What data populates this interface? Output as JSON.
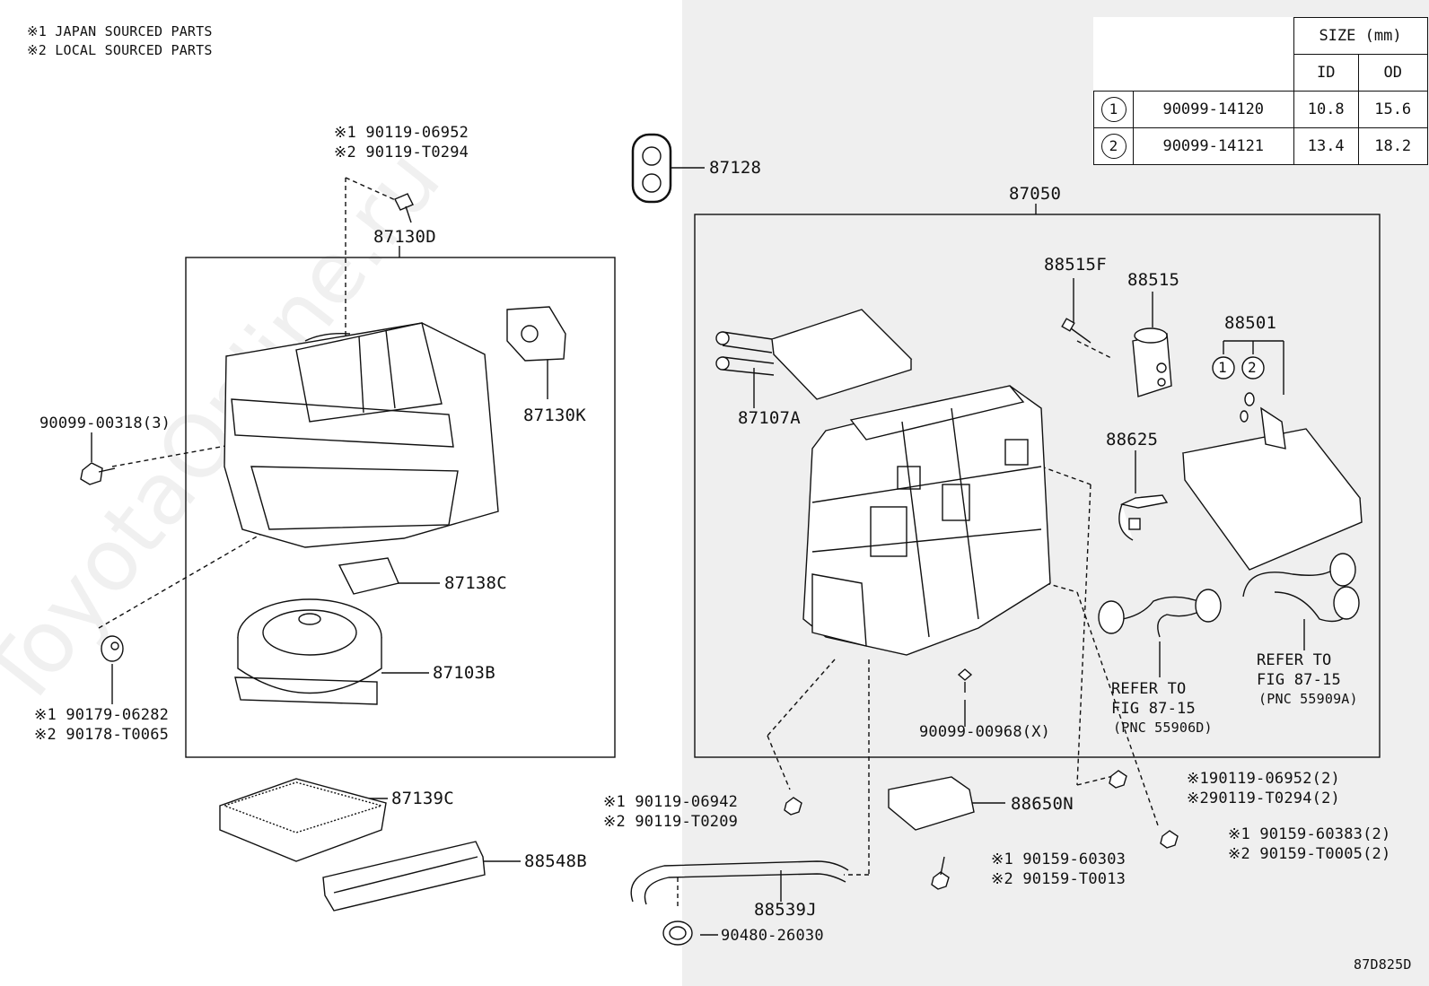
{
  "notes": {
    "japan": "※1 JAPAN SOURCED PARTS",
    "local": "※2 LOCAL SOURCED PARTS"
  },
  "watermark": "ToyotaOnline.ru",
  "size_table": {
    "header": "SIZE (mm)",
    "col_id": "ID",
    "col_od": "OD",
    "rows": [
      {
        "mark": "1",
        "part": "90099-14120",
        "id": "10.8",
        "od": "15.6"
      },
      {
        "mark": "2",
        "part": "90099-14121",
        "id": "13.4",
        "od": "18.2"
      }
    ]
  },
  "parts": {
    "p87128": "87128",
    "p87050": "87050",
    "p87130D": "87130D",
    "p87130K": "87130K",
    "p87138C": "87138C",
    "p87103B": "87103B",
    "p87139C": "87139C",
    "p88548B": "88548B",
    "p87107A": "87107A",
    "p88515F": "88515F",
    "p88515": "88515",
    "p88501": "88501",
    "p88625": "88625",
    "p88650N": "88650N",
    "p88539J": "88539J",
    "p90480": "90480-26030",
    "p90099_00318": "90099-00318(3)",
    "p90099_00968": "90099-00968(X)",
    "top_bolt_1": "※1 90119-06952",
    "top_bolt_2": "※2 90119-T0294",
    "nut_1": "※1 90179-06282",
    "nut_2": "※2 90178-T0065",
    "screw_1": "※1  90119-06942",
    "screw_2": "※2  90119-T0209",
    "bolt88650_1": "※1  90159-60303",
    "bolt88650_2": "※2  90159-T0013",
    "rbolt_1": "※190119-06952(2)",
    "rbolt_2": "※290119-T0294(2)",
    "rscrew_1": "※1 90159-60383(2)",
    "rscrew_2": "※2 90159-T0005(2)"
  },
  "refs": {
    "left": {
      "line1": "REFER TO",
      "line2": "FIG 87-15",
      "line3": "(PNC 55906D)"
    },
    "right": {
      "line1": "REFER TO",
      "line2": "FIG 87-15",
      "line3": "(PNC 55909A)"
    }
  },
  "figure_code": "87D825D"
}
